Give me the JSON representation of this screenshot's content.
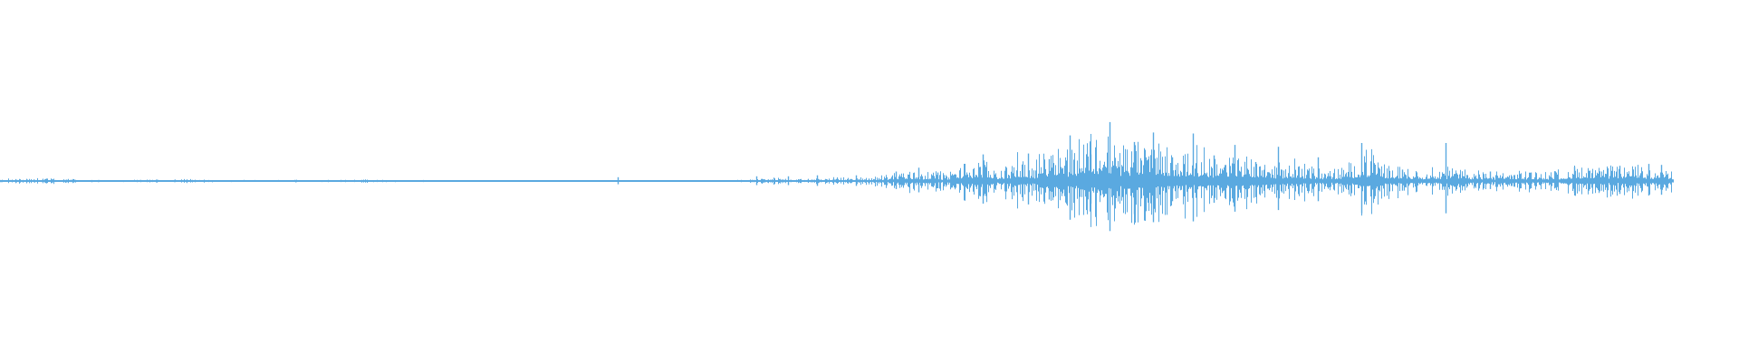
{
  "waveform": {
    "color": "#5aa9e0",
    "played_fraction": 0,
    "envelope": [
      [
        0.0,
        0.02
      ],
      [
        0.01,
        0.03
      ],
      [
        0.02,
        0.04
      ],
      [
        0.026,
        0.05
      ],
      [
        0.032,
        0.03
      ],
      [
        0.045,
        0.015
      ],
      [
        0.065,
        0.01
      ],
      [
        0.08,
        0.012
      ],
      [
        0.09,
        0.018
      ],
      [
        0.1,
        0.025
      ],
      [
        0.115,
        0.015
      ],
      [
        0.13,
        0.01
      ],
      [
        0.15,
        0.01
      ],
      [
        0.17,
        0.012
      ],
      [
        0.18,
        0.01
      ],
      [
        0.2,
        0.012
      ],
      [
        0.21,
        0.02
      ],
      [
        0.22,
        0.012
      ],
      [
        0.24,
        0.01
      ],
      [
        0.26,
        0.008
      ],
      [
        0.3,
        0.006
      ],
      [
        0.34,
        0.006
      ],
      [
        0.38,
        0.006
      ],
      [
        0.4,
        0.01
      ],
      [
        0.42,
        0.008
      ],
      [
        0.435,
        0.02
      ],
      [
        0.445,
        0.04
      ],
      [
        0.455,
        0.015
      ],
      [
        0.47,
        0.03
      ],
      [
        0.485,
        0.04
      ],
      [
        0.495,
        0.035
      ],
      [
        0.505,
        0.06
      ],
      [
        0.515,
        0.1
      ],
      [
        0.525,
        0.13
      ],
      [
        0.535,
        0.11
      ],
      [
        0.545,
        0.09
      ],
      [
        0.555,
        0.2
      ],
      [
        0.565,
        0.22
      ],
      [
        0.575,
        0.12
      ],
      [
        0.585,
        0.26
      ],
      [
        0.595,
        0.19
      ],
      [
        0.605,
        0.47
      ],
      [
        0.615,
        0.36
      ],
      [
        0.625,
        0.54
      ],
      [
        0.635,
        0.5
      ],
      [
        0.645,
        0.42
      ],
      [
        0.655,
        0.43
      ],
      [
        0.665,
        0.45
      ],
      [
        0.675,
        0.3
      ],
      [
        0.685,
        0.35
      ],
      [
        0.695,
        0.3
      ],
      [
        0.705,
        0.25
      ],
      [
        0.715,
        0.3
      ],
      [
        0.725,
        0.27
      ],
      [
        0.735,
        0.17
      ],
      [
        0.745,
        0.23
      ],
      [
        0.755,
        0.15
      ],
      [
        0.765,
        0.12
      ],
      [
        0.775,
        0.17
      ],
      [
        0.785,
        0.36
      ],
      [
        0.795,
        0.2
      ],
      [
        0.805,
        0.15
      ],
      [
        0.815,
        0.13
      ],
      [
        0.825,
        0.14
      ],
      [
        0.835,
        0.15
      ],
      [
        0.845,
        0.13
      ],
      [
        0.855,
        0.09
      ],
      [
        0.865,
        0.1
      ],
      [
        0.875,
        0.11
      ],
      [
        0.885,
        0.1
      ],
      [
        0.895,
        0.12
      ],
      [
        0.905,
        0.15
      ],
      [
        0.915,
        0.16
      ],
      [
        0.925,
        0.15
      ],
      [
        0.935,
        0.18
      ],
      [
        0.945,
        0.17
      ],
      [
        0.955,
        0.15
      ],
      [
        0.962,
        0.1
      ]
    ],
    "spikes": [
      [
        0.355,
        0.04
      ],
      [
        0.435,
        0.05
      ],
      [
        0.453,
        0.05
      ],
      [
        0.47,
        0.06
      ],
      [
        0.492,
        0.06
      ],
      [
        0.515,
        0.1
      ],
      [
        0.528,
        0.14
      ],
      [
        0.539,
        0.09
      ],
      [
        0.565,
        0.28
      ],
      [
        0.578,
        0.13
      ],
      [
        0.591,
        0.29
      ],
      [
        0.603,
        0.23
      ],
      [
        0.615,
        0.48
      ],
      [
        0.627,
        0.28
      ],
      [
        0.638,
        0.62
      ],
      [
        0.652,
        0.41
      ],
      [
        0.663,
        0.51
      ],
      [
        0.674,
        0.25
      ],
      [
        0.686,
        0.5
      ],
      [
        0.698,
        0.27
      ],
      [
        0.71,
        0.38
      ],
      [
        0.722,
        0.2
      ],
      [
        0.735,
        0.36
      ],
      [
        0.758,
        0.25
      ],
      [
        0.783,
        0.4
      ],
      [
        0.806,
        0.12
      ],
      [
        0.831,
        0.4
      ],
      [
        0.857,
        0.1
      ],
      [
        0.88,
        0.09
      ],
      [
        0.905,
        0.15
      ],
      [
        0.931,
        0.16
      ],
      [
        0.948,
        0.18
      ],
      [
        0.955,
        0.17
      ]
    ]
  }
}
